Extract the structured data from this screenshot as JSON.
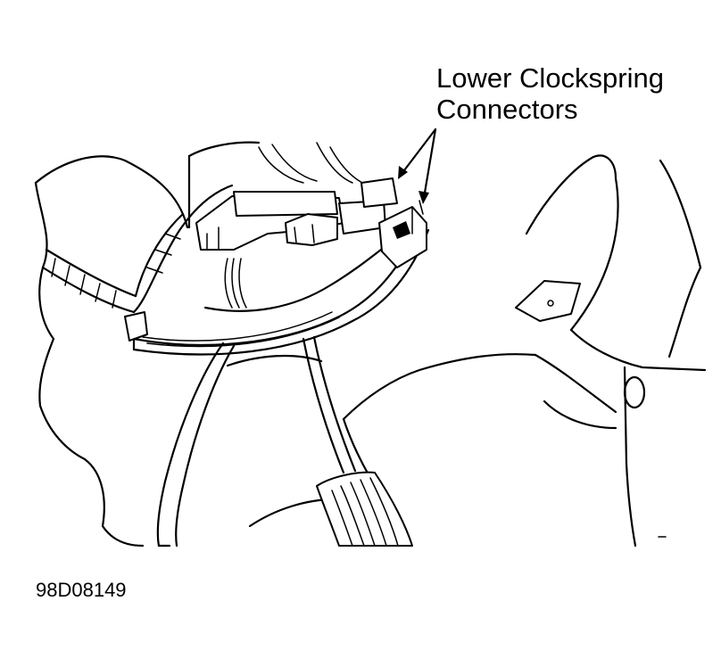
{
  "callout": {
    "line1": "Lower Clockspring",
    "line2": "Connectors"
  },
  "figure_id": "98D08149"
}
